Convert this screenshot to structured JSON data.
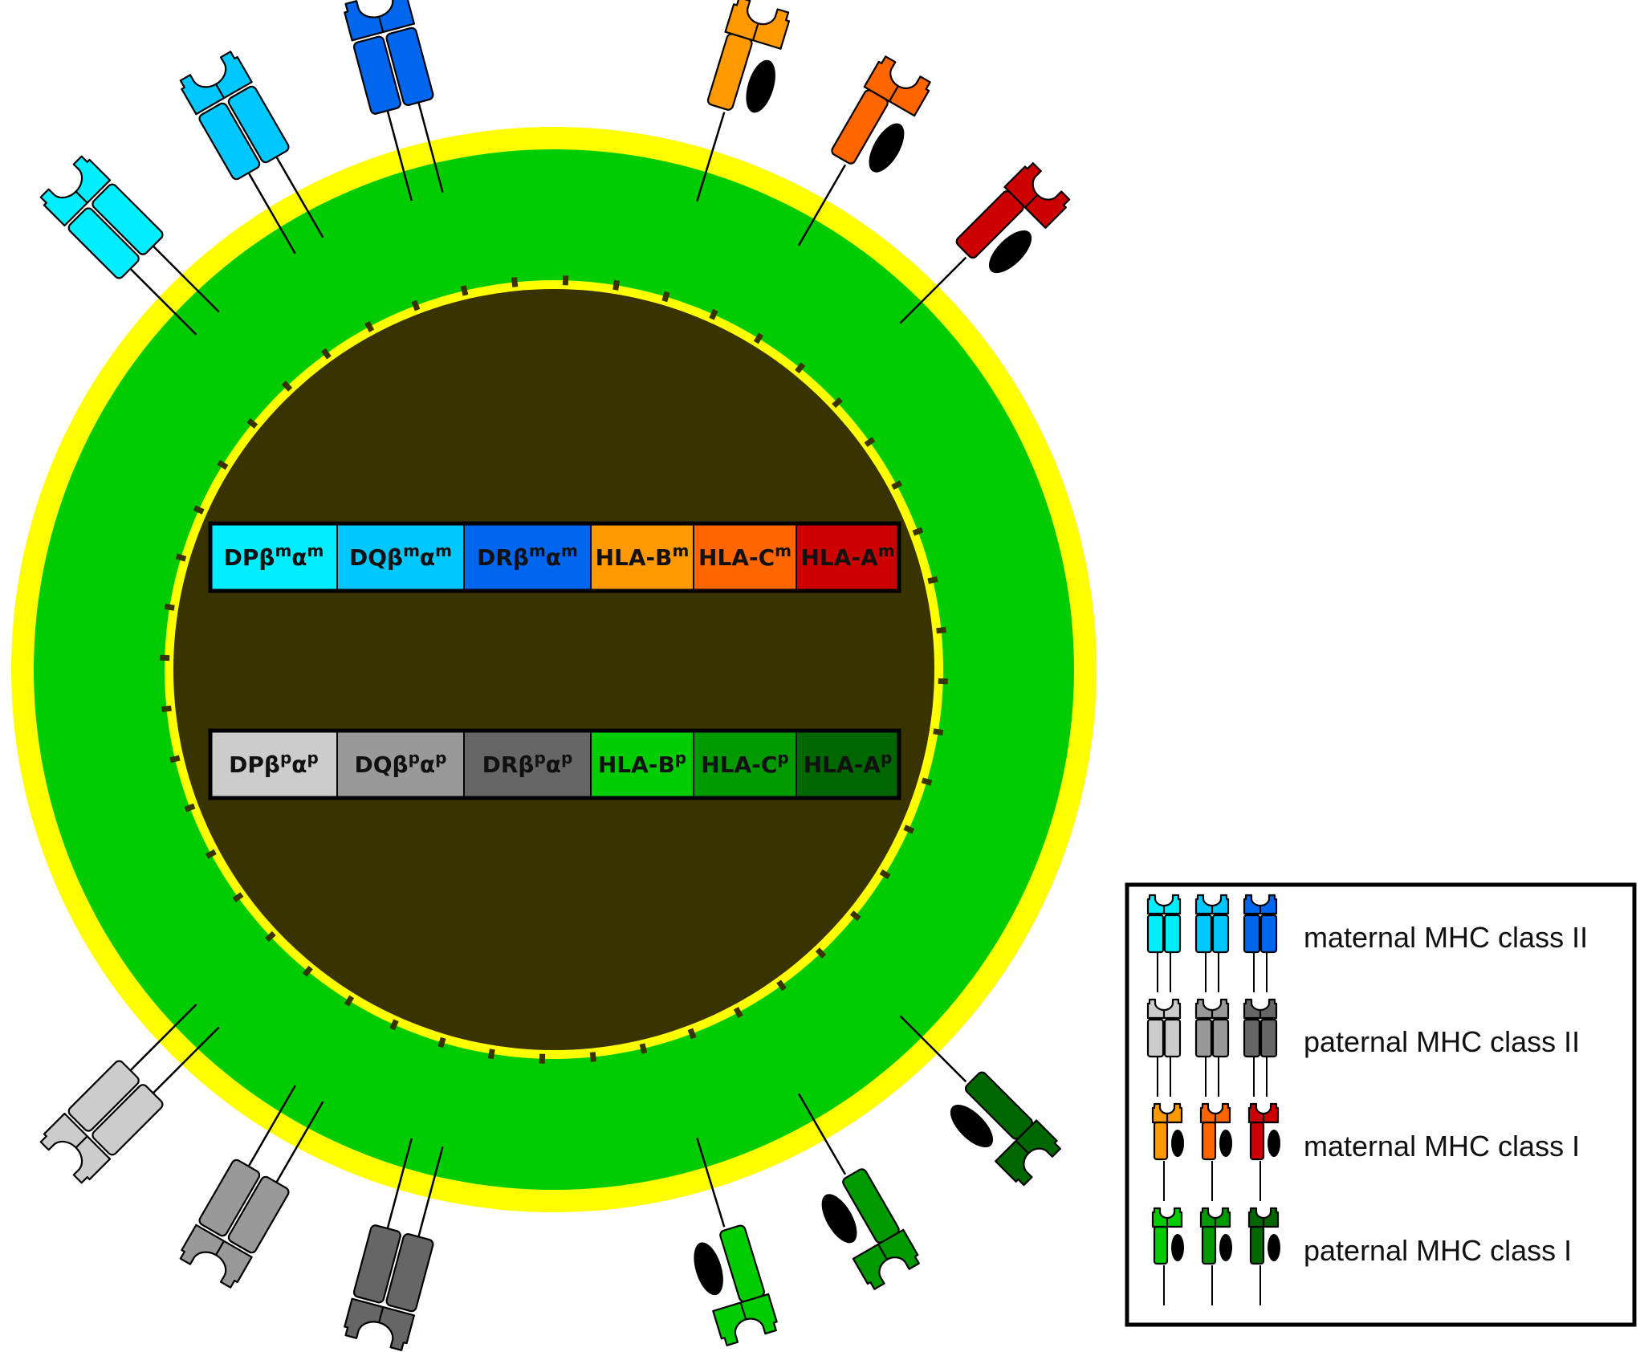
{
  "colors": {
    "outer_ring": "#ffff00",
    "cytoplasm": "#00cc00",
    "nucleus": "#383300",
    "nuclear_membrane": "#ffff00",
    "stroke": "#000000",
    "b2m": "#000000"
  },
  "nucleus": {
    "maternal_row": [
      {
        "base": "DPβ",
        "sup1": "m",
        "mid": "α",
        "sup2": "m",
        "color": "#00eeff"
      },
      {
        "base": "DQβ",
        "sup1": "m",
        "mid": "α",
        "sup2": "m",
        "color": "#00c8ff"
      },
      {
        "base": "DRβ",
        "sup1": "m",
        "mid": "α",
        "sup2": "m",
        "color": "#0066ee"
      },
      {
        "base": "HLA-B",
        "sup1": "m",
        "mid": "",
        "sup2": "",
        "color": "#ff9900"
      },
      {
        "base": "HLA-C",
        "sup1": "m",
        "mid": "",
        "sup2": "",
        "color": "#ff6600"
      },
      {
        "base": "HLA-A",
        "sup1": "m",
        "mid": "",
        "sup2": "",
        "color": "#cc0000"
      }
    ],
    "paternal_row": [
      {
        "base": "DPβ",
        "sup1": "p",
        "mid": "α",
        "sup2": "p",
        "color": "#cccccc"
      },
      {
        "base": "DQβ",
        "sup1": "p",
        "mid": "α",
        "sup2": "p",
        "color": "#999999"
      },
      {
        "base": "DRβ",
        "sup1": "p",
        "mid": "α",
        "sup2": "p",
        "color": "#666666"
      },
      {
        "base": "HLA-B",
        "sup1": "p",
        "mid": "",
        "sup2": "",
        "color": "#00cc00"
      },
      {
        "base": "HLA-C",
        "sup1": "p",
        "mid": "",
        "sup2": "",
        "color": "#009900"
      },
      {
        "base": "HLA-A",
        "sup1": "p",
        "mid": "",
        "sup2": "",
        "color": "#006600"
      }
    ]
  },
  "molecules": [
    {
      "name": "dp-maternal",
      "class": "II",
      "color": "#00eeff"
    },
    {
      "name": "dq-maternal",
      "class": "II",
      "color": "#00c8ff"
    },
    {
      "name": "dr-maternal",
      "class": "II",
      "color": "#0066ee"
    },
    {
      "name": "hla-b-maternal",
      "class": "I",
      "color": "#ff9900"
    },
    {
      "name": "hla-c-maternal",
      "class": "I",
      "color": "#ff6600"
    },
    {
      "name": "hla-a-maternal",
      "class": "I",
      "color": "#cc0000"
    },
    {
      "name": "dp-paternal",
      "class": "II",
      "color": "#cccccc"
    },
    {
      "name": "dq-paternal",
      "class": "II",
      "color": "#999999"
    },
    {
      "name": "dr-paternal",
      "class": "II",
      "color": "#666666"
    },
    {
      "name": "hla-b-paternal",
      "class": "I",
      "color": "#00cc00"
    },
    {
      "name": "hla-c-paternal",
      "class": "I",
      "color": "#009900"
    },
    {
      "name": "hla-a-paternal",
      "class": "I",
      "color": "#006600"
    }
  ],
  "legend": {
    "rows": [
      {
        "label": "maternal MHC class II",
        "class": "II",
        "colors": [
          "#00eeff",
          "#00c8ff",
          "#0066ee"
        ]
      },
      {
        "label": "paternal MHC class II",
        "class": "II",
        "colors": [
          "#cccccc",
          "#999999",
          "#666666"
        ]
      },
      {
        "label": "maternal MHC class I",
        "class": "I",
        "colors": [
          "#ff9900",
          "#ff6600",
          "#cc0000"
        ]
      },
      {
        "label": "paternal MHC class I",
        "class": "I",
        "colors": [
          "#00cc00",
          "#009900",
          "#006600"
        ]
      }
    ]
  }
}
